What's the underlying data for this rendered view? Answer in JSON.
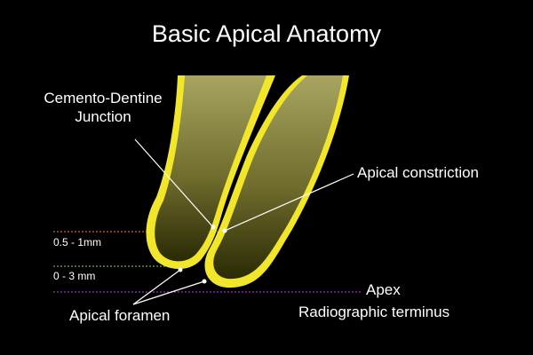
{
  "title": "Basic Apical Anatomy",
  "labels": {
    "cementodentine_line1": "Cemento-Dentine",
    "cementodentine_line2": "Junction",
    "apical_constriction": "Apical constriction",
    "measurement_upper": "0.5 - 1mm",
    "measurement_lower": "0 - 3 mm",
    "apical_foramen": "Apical foramen",
    "apex": "Apex",
    "radiographic_terminus": "Radiographic terminus"
  },
  "colors": {
    "background": "#000000",
    "cementum_yellow": "#f2e62a",
    "dentine_dark": "#2a2a05",
    "dentine_light": "#a8a561",
    "line_orange": "#c96a1e",
    "line_green": "#62b53a",
    "line_purple": "#a12fc4",
    "pointer_white": "#ffffff"
  }
}
